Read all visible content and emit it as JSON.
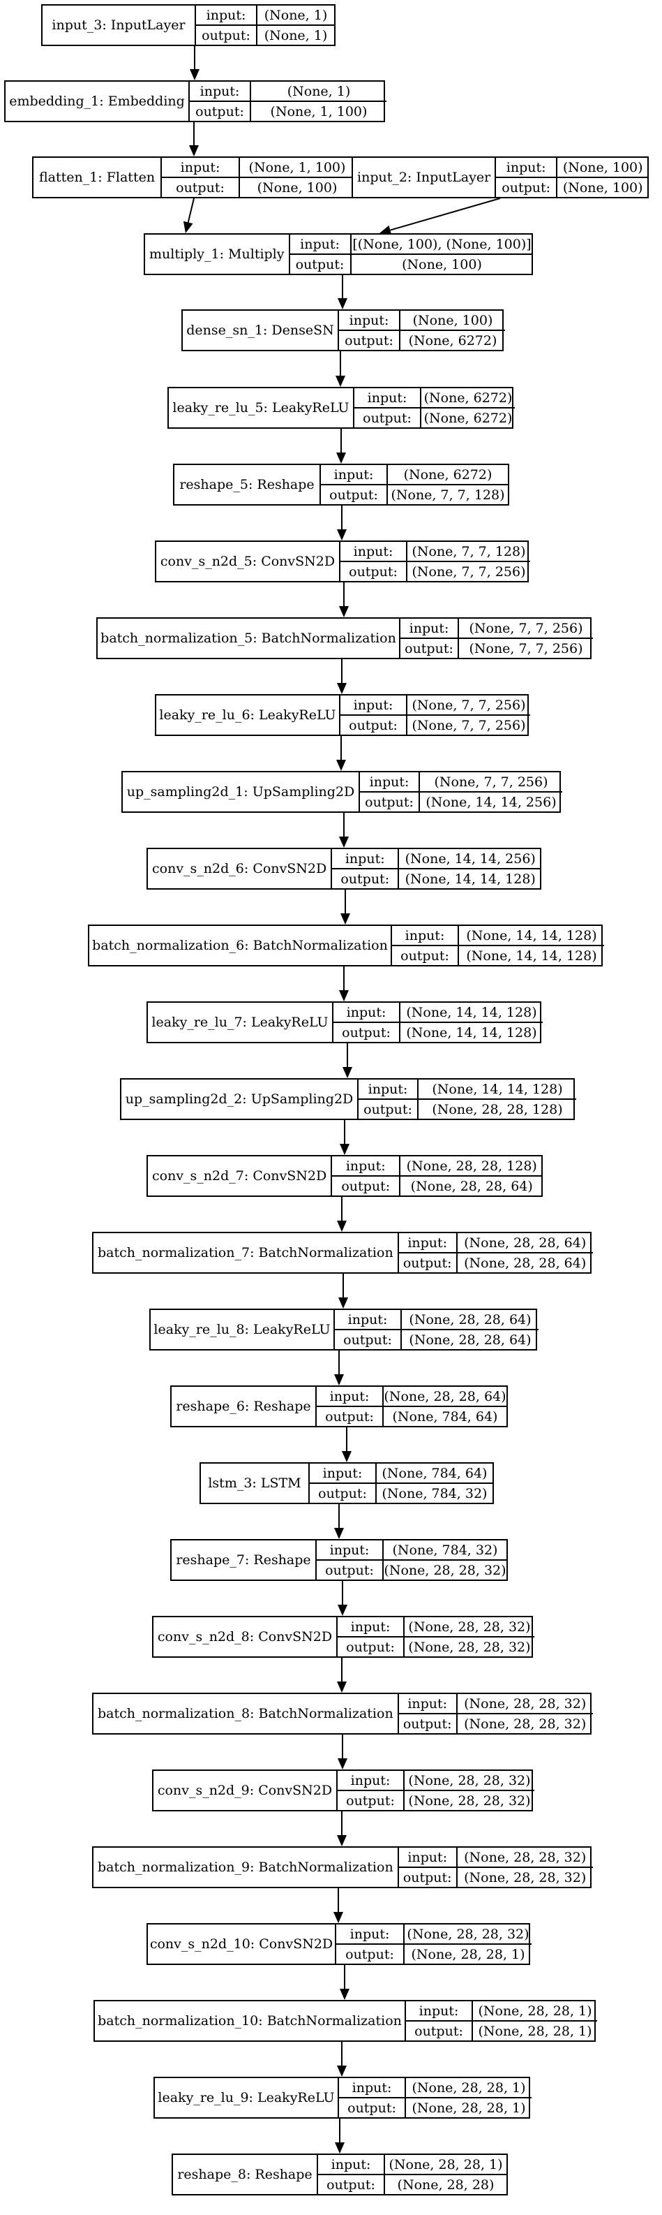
{
  "labels": {
    "input": "input:",
    "output": "output:"
  },
  "nodes": [
    {
      "id": "input_3",
      "name": "input_3: InputLayer",
      "input": "(None, 1)",
      "output": "(None, 1)"
    },
    {
      "id": "embedding_1",
      "name": "embedding_1: Embedding",
      "input": "(None, 1)",
      "output": "(None, 1, 100)"
    },
    {
      "id": "flatten_1",
      "name": "flatten_1: Flatten",
      "input": "(None, 1, 100)",
      "output": "(None, 100)"
    },
    {
      "id": "input_2",
      "name": "input_2: InputLayer",
      "input": "(None, 100)",
      "output": "(None, 100)"
    },
    {
      "id": "multiply_1",
      "name": "multiply_1: Multiply",
      "input": "[(None, 100), (None, 100)]",
      "output": "(None, 100)"
    },
    {
      "id": "dense_sn_1",
      "name": "dense_sn_1: DenseSN",
      "input": "(None, 100)",
      "output": "(None, 6272)"
    },
    {
      "id": "leaky_re_lu_5",
      "name": "leaky_re_lu_5: LeakyReLU",
      "input": "(None, 6272)",
      "output": "(None, 6272)"
    },
    {
      "id": "reshape_5",
      "name": "reshape_5: Reshape",
      "input": "(None, 6272)",
      "output": "(None, 7, 7, 128)"
    },
    {
      "id": "conv_s_n2d_5",
      "name": "conv_s_n2d_5: ConvSN2D",
      "input": "(None, 7, 7, 128)",
      "output": "(None, 7, 7, 256)"
    },
    {
      "id": "batch_normalization_5",
      "name": "batch_normalization_5: BatchNormalization",
      "input": "(None, 7, 7, 256)",
      "output": "(None, 7, 7, 256)"
    },
    {
      "id": "leaky_re_lu_6",
      "name": "leaky_re_lu_6: LeakyReLU",
      "input": "(None, 7, 7, 256)",
      "output": "(None, 7, 7, 256)"
    },
    {
      "id": "up_sampling2d_1",
      "name": "up_sampling2d_1: UpSampling2D",
      "input": "(None, 7, 7, 256)",
      "output": "(None, 14, 14, 256)"
    },
    {
      "id": "conv_s_n2d_6",
      "name": "conv_s_n2d_6: ConvSN2D",
      "input": "(None, 14, 14, 256)",
      "output": "(None, 14, 14, 128)"
    },
    {
      "id": "batch_normalization_6",
      "name": "batch_normalization_6: BatchNormalization",
      "input": "(None, 14, 14, 128)",
      "output": "(None, 14, 14, 128)"
    },
    {
      "id": "leaky_re_lu_7",
      "name": "leaky_re_lu_7: LeakyReLU",
      "input": "(None, 14, 14, 128)",
      "output": "(None, 14, 14, 128)"
    },
    {
      "id": "up_sampling2d_2",
      "name": "up_sampling2d_2: UpSampling2D",
      "input": "(None, 14, 14, 128)",
      "output": "(None, 28, 28, 128)"
    },
    {
      "id": "conv_s_n2d_7",
      "name": "conv_s_n2d_7: ConvSN2D",
      "input": "(None, 28, 28, 128)",
      "output": "(None, 28, 28, 64)"
    },
    {
      "id": "batch_normalization_7",
      "name": "batch_normalization_7: BatchNormalization",
      "input": "(None, 28, 28, 64)",
      "output": "(None, 28, 28, 64)"
    },
    {
      "id": "leaky_re_lu_8",
      "name": "leaky_re_lu_8: LeakyReLU",
      "input": "(None, 28, 28, 64)",
      "output": "(None, 28, 28, 64)"
    },
    {
      "id": "reshape_6",
      "name": "reshape_6: Reshape",
      "input": "(None, 28, 28, 64)",
      "output": "(None, 784, 64)"
    },
    {
      "id": "lstm_3",
      "name": "lstm_3: LSTM",
      "input": "(None, 784, 64)",
      "output": "(None, 784, 32)"
    },
    {
      "id": "reshape_7",
      "name": "reshape_7: Reshape",
      "input": "(None, 784, 32)",
      "output": "(None, 28, 28, 32)"
    },
    {
      "id": "conv_s_n2d_8",
      "name": "conv_s_n2d_8: ConvSN2D",
      "input": "(None, 28, 28, 32)",
      "output": "(None, 28, 28, 32)"
    },
    {
      "id": "batch_normalization_8",
      "name": "batch_normalization_8: BatchNormalization",
      "input": "(None, 28, 28, 32)",
      "output": "(None, 28, 28, 32)"
    },
    {
      "id": "conv_s_n2d_9",
      "name": "conv_s_n2d_9: ConvSN2D",
      "input": "(None, 28, 28, 32)",
      "output": "(None, 28, 28, 32)"
    },
    {
      "id": "batch_normalization_9",
      "name": "batch_normalization_9: BatchNormalization",
      "input": "(None, 28, 28, 32)",
      "output": "(None, 28, 28, 32)"
    },
    {
      "id": "conv_s_n2d_10",
      "name": "conv_s_n2d_10: ConvSN2D",
      "input": "(None, 28, 28, 32)",
      "output": "(None, 28, 28, 1)"
    },
    {
      "id": "batch_normalization_10",
      "name": "batch_normalization_10: BatchNormalization",
      "input": "(None, 28, 28, 1)",
      "output": "(None, 28, 28, 1)"
    },
    {
      "id": "leaky_re_lu_9",
      "name": "leaky_re_lu_9: LeakyReLU",
      "input": "(None, 28, 28, 1)",
      "output": "(None, 28, 28, 1)"
    },
    {
      "id": "reshape_8",
      "name": "reshape_8: Reshape",
      "input": "(None, 28, 28, 1)",
      "output": "(None, 28, 28)"
    }
  ],
  "edges": [
    [
      "input_3",
      "embedding_1"
    ],
    [
      "embedding_1",
      "flatten_1"
    ],
    [
      "flatten_1",
      "multiply_1"
    ],
    [
      "input_2",
      "multiply_1"
    ],
    [
      "multiply_1",
      "dense_sn_1"
    ],
    [
      "dense_sn_1",
      "leaky_re_lu_5"
    ],
    [
      "leaky_re_lu_5",
      "reshape_5"
    ],
    [
      "reshape_5",
      "conv_s_n2d_5"
    ],
    [
      "conv_s_n2d_5",
      "batch_normalization_5"
    ],
    [
      "batch_normalization_5",
      "leaky_re_lu_6"
    ],
    [
      "leaky_re_lu_6",
      "up_sampling2d_1"
    ],
    [
      "up_sampling2d_1",
      "conv_s_n2d_6"
    ],
    [
      "conv_s_n2d_6",
      "batch_normalization_6"
    ],
    [
      "batch_normalization_6",
      "leaky_re_lu_7"
    ],
    [
      "leaky_re_lu_7",
      "up_sampling2d_2"
    ],
    [
      "up_sampling2d_2",
      "conv_s_n2d_7"
    ],
    [
      "conv_s_n2d_7",
      "batch_normalization_7"
    ],
    [
      "batch_normalization_7",
      "leaky_re_lu_8"
    ],
    [
      "leaky_re_lu_8",
      "reshape_6"
    ],
    [
      "reshape_6",
      "lstm_3"
    ],
    [
      "lstm_3",
      "reshape_7"
    ],
    [
      "reshape_7",
      "conv_s_n2d_8"
    ],
    [
      "conv_s_n2d_8",
      "batch_normalization_8"
    ],
    [
      "batch_normalization_8",
      "conv_s_n2d_9"
    ],
    [
      "conv_s_n2d_9",
      "batch_normalization_9"
    ],
    [
      "batch_normalization_9",
      "conv_s_n2d_10"
    ],
    [
      "conv_s_n2d_10",
      "batch_normalization_10"
    ],
    [
      "batch_normalization_10",
      "leaky_re_lu_9"
    ],
    [
      "leaky_re_lu_9",
      "reshape_8"
    ]
  ]
}
